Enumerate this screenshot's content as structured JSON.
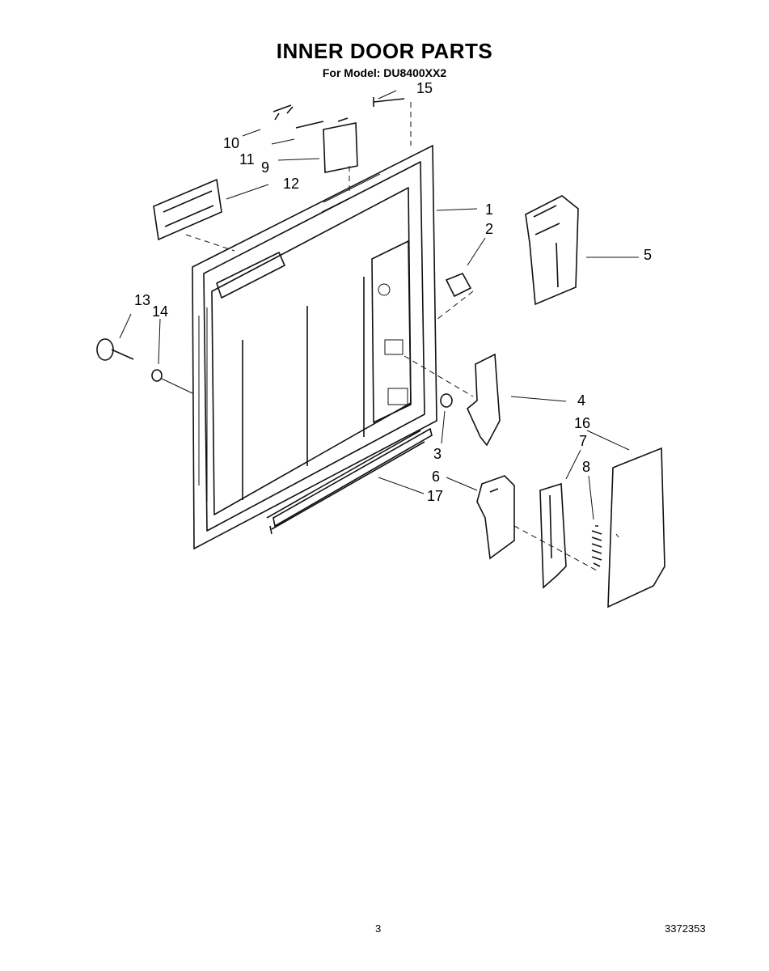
{
  "header": {
    "title": "INNER DOOR PARTS",
    "subtitle": "For Model: DU8400XX2"
  },
  "callouts": [
    "1",
    "2",
    "3",
    "4",
    "5",
    "6",
    "7",
    "8",
    "9",
    "10",
    "11",
    "12",
    "13",
    "14",
    "15",
    "16",
    "17"
  ],
  "footer": {
    "page_number": "3",
    "doc_number": "3372353"
  }
}
